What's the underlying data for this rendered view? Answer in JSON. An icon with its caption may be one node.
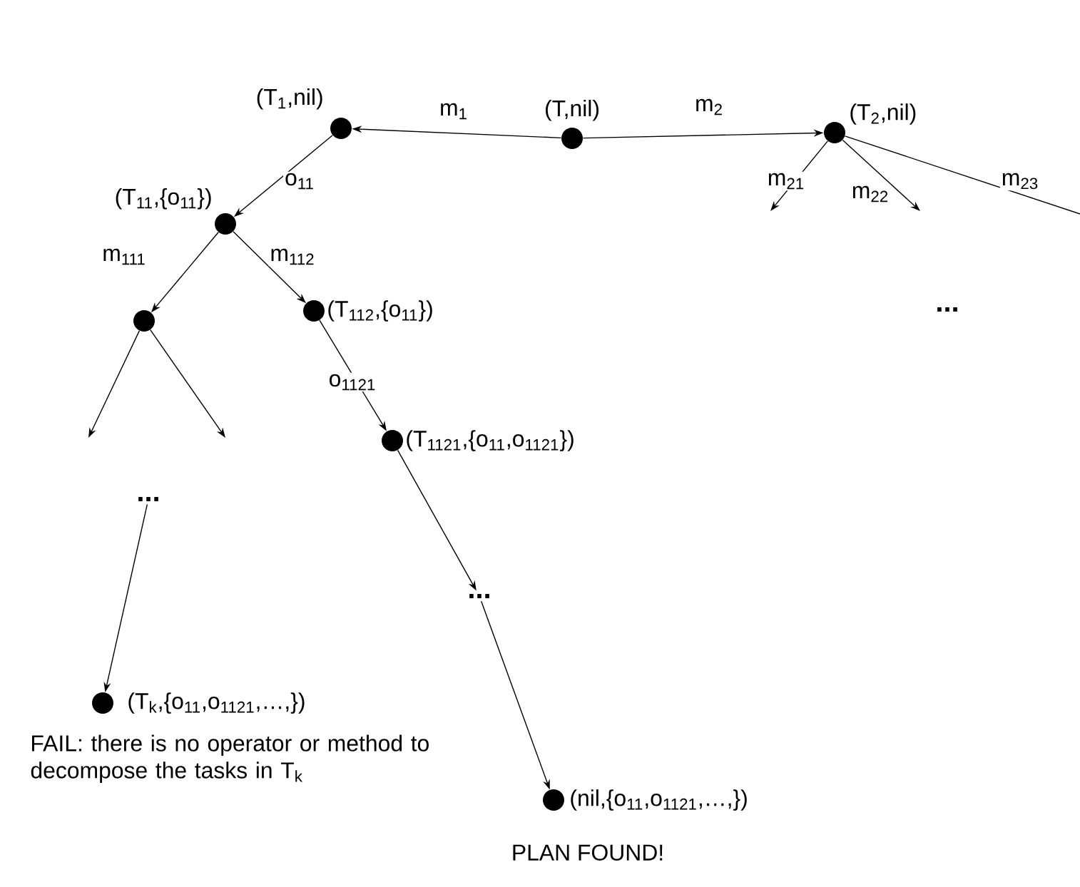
{
  "diagram": {
    "nodes": [
      {
        "text": [],
        "shape": "circle",
        "beside": [
          "(T,nil)"
        ]
      },
      {
        "text": [],
        "shape": "circle",
        "beside": [
          "(T$_{1}$,nil)"
        ]
      },
      {
        "text": [],
        "shape": "circle",
        "beside": [
          "(T$_{2}$,nil)"
        ]
      },
      {
        "text": [],
        "shape": "circle",
        "beside": [
          "(T$_{11}$,{o$_{11}$})"
        ]
      },
      {
        "text": [],
        "shape": "circle"
      },
      {
        "text": [],
        "shape": "circle",
        "beside": [
          "(T$_{112}$,{o$_{11}$})"
        ]
      },
      {
        "text": [],
        "shape": "circle",
        "beside": [
          "(T$_{1121}$,{o$_{11}$,o$_{1121}$})"
        ]
      },
      {
        "text": [
          "..."
        ]
      },
      {
        "text": [
          "..."
        ]
      },
      {
        "text": [],
        "shape": "circle",
        "beside": [
          "(T$_{k}$,{o$_{11}$,o$_{1121}$,…,})",
          "FAIL: there is no operator or method to decompose the tasks in T$_{k}$"
        ]
      },
      {
        "text": [],
        "shape": "circle",
        "beside": [
          "(nil,{o$_{11}$,o$_{1121}$,…,})",
          "PLAN FOUND!"
        ]
      }
    ],
    "edges": [
      {
        "from": 0,
        "to": 1,
        "arrow": "to",
        "label": "m$_{1}$"
      },
      {
        "from": 0,
        "to": 2,
        "arrow": "to",
        "label": "m$_{2}$"
      },
      {
        "from": 1,
        "to": 3,
        "arrow": "to",
        "label": "o$_{11}$"
      },
      {
        "from": 2,
        "to": null,
        "arrow": "to",
        "label": "m$_{21}$"
      },
      {
        "from": 2,
        "to": null,
        "arrow": "to",
        "label": "m$_{22}$"
      },
      {
        "from": 2,
        "to": null,
        "arrow": "none",
        "label": "m$_{23}$"
      },
      {
        "from": 3,
        "to": 4,
        "arrow": "to",
        "label": "m$_{111}$"
      },
      {
        "from": 3,
        "to": 5,
        "arrow": "to",
        "label": "m$_{112}$"
      },
      {
        "from": 4,
        "to": null,
        "arrow": "to"
      },
      {
        "from": 4,
        "to": null,
        "arrow": "to"
      },
      {
        "from": 5,
        "to": 6,
        "arrow": "to",
        "label": "o$_{1121}$"
      },
      {
        "from": 6,
        "to": 8,
        "arrow": "to"
      },
      {
        "from": 7,
        "to": 9,
        "arrow": "to"
      },
      {
        "from": 8,
        "to": 10,
        "arrow": "to"
      }
    ],
    "labels": [
      "..."
    ]
  }
}
